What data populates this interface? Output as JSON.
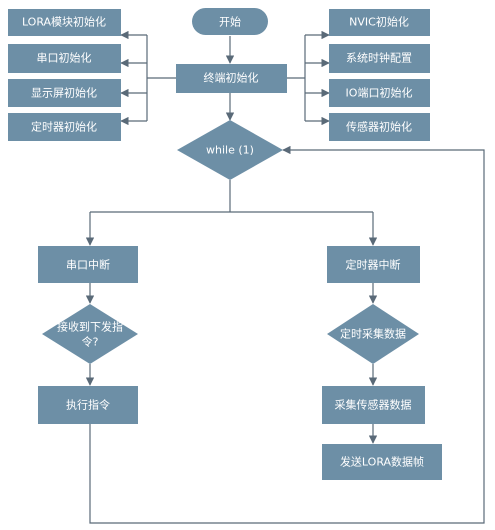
{
  "nodes": {
    "start": "开始",
    "init_terminal": "终端初始化",
    "lora_init": "LORA模块初始化",
    "uart_init": "串口初始化",
    "display_init": "显示屏初始化",
    "timer_init": "定时器初始化",
    "nvic_init": "NVIC初始化",
    "clock_config": "系统时钟配置",
    "io_init": "IO端口初始化",
    "sensor_init": "传感器初始化",
    "while_loop": "while (1)",
    "uart_interrupt": "串口中断",
    "receive_cmd_line1": "接收到下发指",
    "receive_cmd_line2": "令?",
    "execute_cmd": "执行指令",
    "timer_interrupt": "定时器中断",
    "timed_collect": "定时采集数据",
    "collect_sensor": "采集传感器数据",
    "send_lora": "发送LORA数据帧"
  },
  "colors": {
    "node_fill": "#6d8fa6",
    "node_text": "#ffffff",
    "edge": "#5a6a78",
    "background": "#ffffff"
  }
}
